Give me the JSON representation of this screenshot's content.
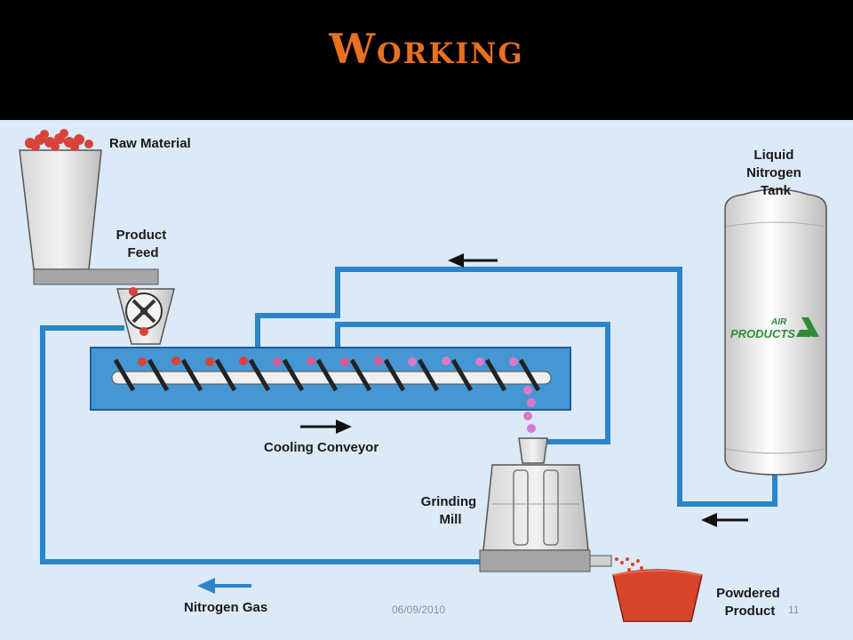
{
  "slide": {
    "title": "Working",
    "date": "06/09/2010",
    "page_number": "11"
  },
  "diagram": {
    "labels": {
      "raw_material": "Raw Material",
      "product_feed": [
        "Product",
        "Feed"
      ],
      "tank": [
        "Liquid",
        "Nitrogen",
        "Tank"
      ],
      "cooling_conveyor": "Cooling Conveyor",
      "grinding_mill": [
        "Grinding",
        "Mill"
      ],
      "nitrogen_gas": "Nitrogen Gas",
      "powdered_product": [
        "Powdered",
        "Product"
      ]
    },
    "tank_logo": [
      "AIR",
      "PRODUCTS"
    ]
  },
  "colors": {
    "title": "#e8701e",
    "background": "#dce9f7",
    "pipe": "#2c84c9",
    "conveyor": "#4596d3",
    "arrow": "#111111",
    "nitrogen_arrow": "#2c84c9",
    "raw_red": "#d8433a",
    "pink": "#d87ac9",
    "product": "#d8432c",
    "logo_green": "#2e8b3a"
  }
}
